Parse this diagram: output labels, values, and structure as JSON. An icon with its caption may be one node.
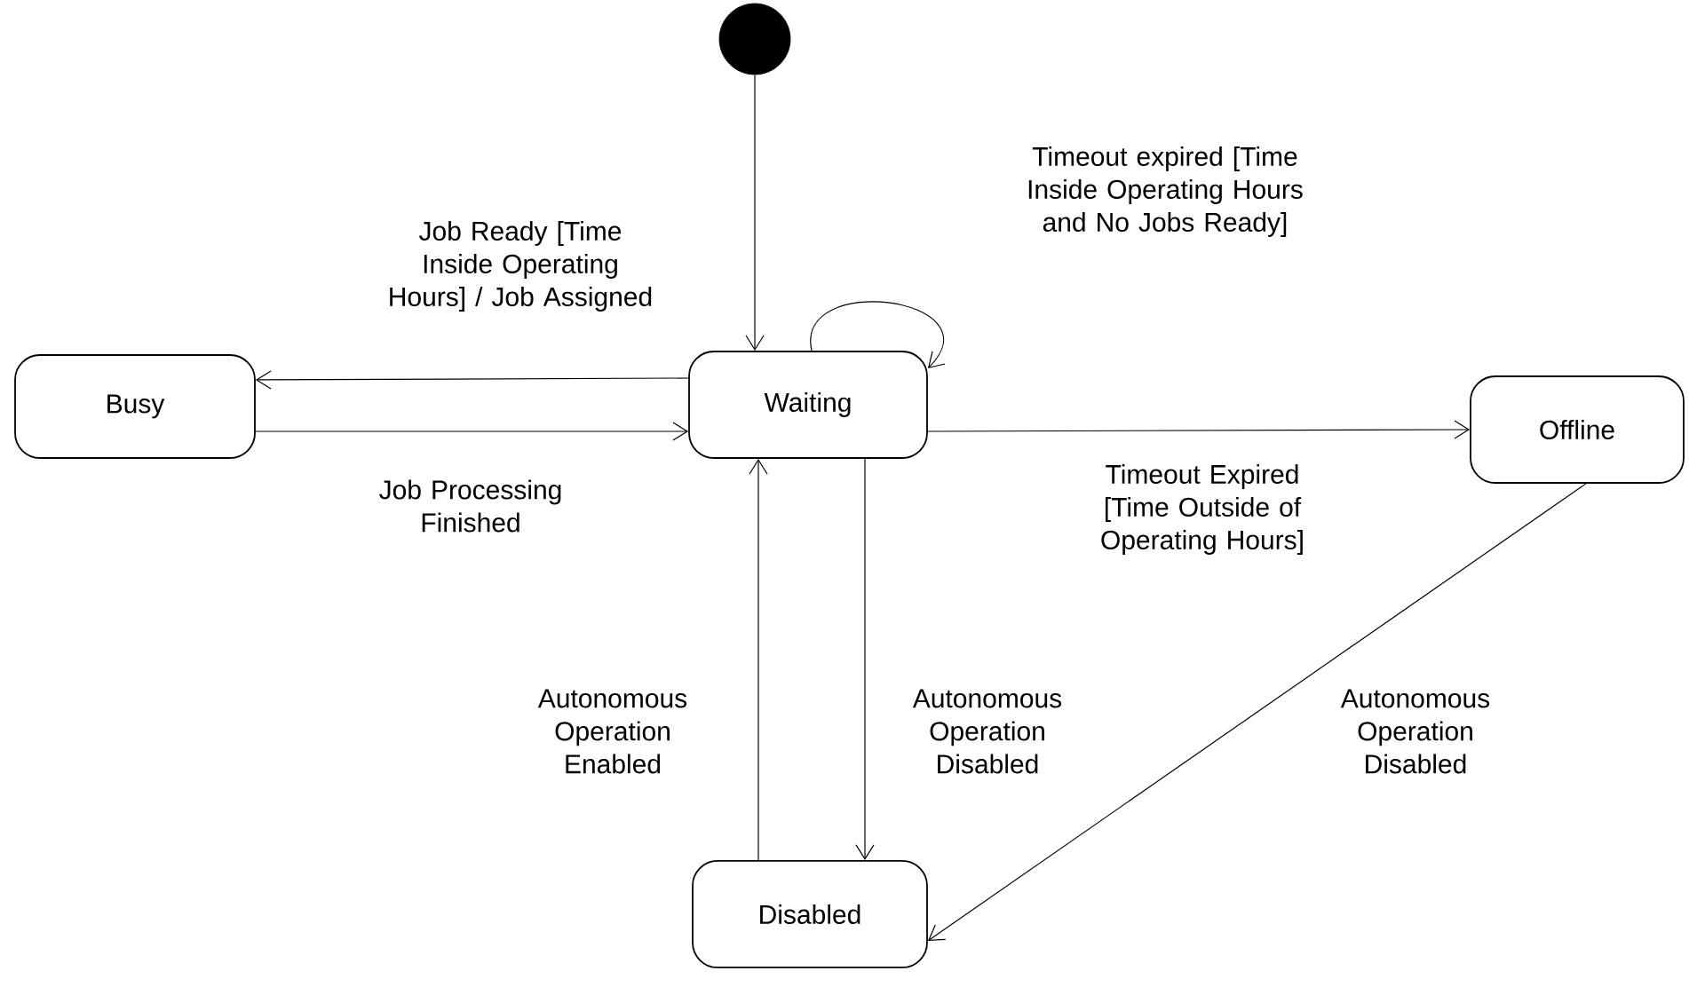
{
  "diagram": {
    "nodes": [
      {
        "text": [],
        "shape": "circle"
      },
      {
        "text": [
          "Busy"
        ]
      },
      {
        "text": [
          "Waiting"
        ]
      },
      {
        "text": [
          "Offline"
        ]
      },
      {
        "text": [
          "Disabled"
        ]
      }
    ],
    "edges": [
      {
        "from": 0,
        "to": 2,
        "arrow": "to"
      },
      {
        "from": 2,
        "to": 1,
        "arrow": "to",
        "label": "Job Ready [Time Inside Operating Hours] / Job Assigned"
      },
      {
        "from": 1,
        "to": 2,
        "arrow": "to",
        "label": "Job Processing Finished"
      },
      {
        "from": 2,
        "to": 2,
        "arrow": "to",
        "label": "Timeout expired [Time Inside Operating Hours and No Jobs Ready]"
      },
      {
        "from": 2,
        "to": 3,
        "arrow": "to",
        "label": "Timeout Expired [Time Outside of Operating Hours]"
      },
      {
        "from": 2,
        "to": 4,
        "arrow": "to",
        "label": "Autonomous Operation Disabled"
      },
      {
        "from": 4,
        "to": 2,
        "arrow": "to",
        "label": "Autonomous Operation Enabled"
      },
      {
        "from": 3,
        "to": 4,
        "arrow": "to",
        "label": "Autonomous Operation Disabled"
      }
    ]
  }
}
